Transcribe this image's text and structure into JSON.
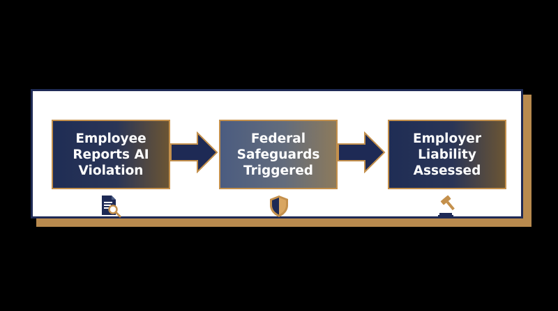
{
  "steps": [
    {
      "line1": "Employee",
      "line2": "Reports AI",
      "line3": "Violation",
      "icon": "document-search-icon"
    },
    {
      "line1": "Federal",
      "line2": "Safeguards",
      "line3": "Triggered",
      "icon": "shield-icon"
    },
    {
      "line1": "Employer",
      "line2": "Liability",
      "line3": "Assessed",
      "icon": "gavel-icon"
    }
  ],
  "colors": {
    "navy": "#1e2a55",
    "gold": "#c4904c",
    "background": "#000000",
    "panel": "#ffffff"
  }
}
